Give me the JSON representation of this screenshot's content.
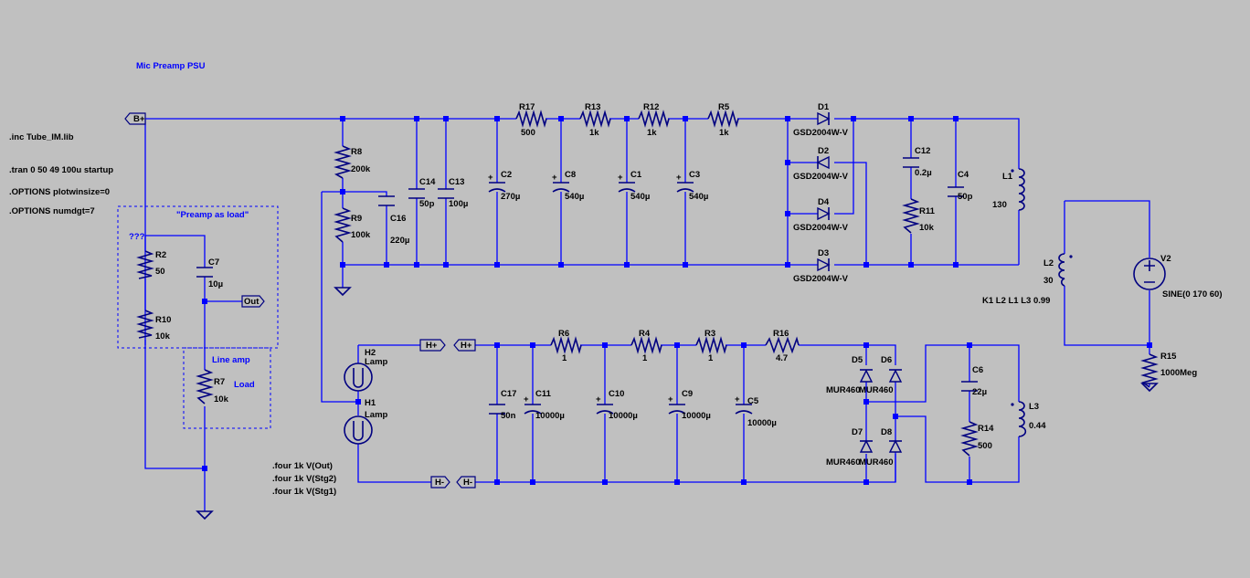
{
  "title": "Mic Preamp PSU",
  "directives": [
    ".inc Tube_IM.lib",
    ".tran 0 50 49 100u startup",
    ".OPTIONS plotwinsize=0",
    ".OPTIONS numdgt=7"
  ],
  "four_directives": [
    ".four 1k V(Out)",
    ".four 1k V(Stg2)",
    ".four 1k V(Stg1)"
  ],
  "coupling": "K1 L2 L1 L3 0.99",
  "boxes": {
    "preamp": "\"Preamp as load\"",
    "lineamp": "Line amp",
    "load": "Load"
  },
  "net_labels": {
    "bplus": "B+",
    "hplus": "H+",
    "hminus": "H-",
    "out": "Out",
    "unknown": "???"
  },
  "components": {
    "R17": {
      "name": "R17",
      "value": "500"
    },
    "R13": {
      "name": "R13",
      "value": "1k"
    },
    "R12": {
      "name": "R12",
      "value": "1k"
    },
    "R5": {
      "name": "R5",
      "value": "1k"
    },
    "R8": {
      "name": "R8",
      "value": "200k"
    },
    "R9": {
      "name": "R9",
      "value": "100k"
    },
    "R11": {
      "name": "R11",
      "value": "10k"
    },
    "R2": {
      "name": "R2",
      "value": "50"
    },
    "R10": {
      "name": "R10",
      "value": "10k"
    },
    "R7": {
      "name": "R7",
      "value": "10k"
    },
    "R6": {
      "name": "R6",
      "value": "1"
    },
    "R4": {
      "name": "R4",
      "value": "1"
    },
    "R3": {
      "name": "R3",
      "value": "1"
    },
    "R16": {
      "name": "R16",
      "value": "4.7"
    },
    "R14": {
      "name": "R14",
      "value": "500"
    },
    "R15": {
      "name": "R15",
      "value": "1000Meg"
    },
    "C14": {
      "name": "C14",
      "value": "50p"
    },
    "C13": {
      "name": "C13",
      "value": "100µ"
    },
    "C2": {
      "name": "C2",
      "value": "270µ"
    },
    "C8": {
      "name": "C8",
      "value": "540µ"
    },
    "C1": {
      "name": "C1",
      "value": "540µ"
    },
    "C3": {
      "name": "C3",
      "value": "540µ"
    },
    "C16": {
      "name": "C16",
      "value": "220µ"
    },
    "C12": {
      "name": "C12",
      "value": "0.2µ"
    },
    "C4": {
      "name": "C4",
      "value": "50p"
    },
    "C7": {
      "name": "C7",
      "value": "10µ"
    },
    "C17": {
      "name": "C17",
      "value": "50n"
    },
    "C11": {
      "name": "C11",
      "value": "10000µ"
    },
    "C10": {
      "name": "C10",
      "value": "10000µ"
    },
    "C9": {
      "name": "C9",
      "value": "10000µ"
    },
    "C5": {
      "name": "C5",
      "value": "10000µ"
    },
    "C6": {
      "name": "C6",
      "value": "22µ"
    },
    "D1": {
      "name": "D1",
      "value": "GSD2004W-V"
    },
    "D2": {
      "name": "D2",
      "value": "GSD2004W-V"
    },
    "D4": {
      "name": "D4",
      "value": "GSD2004W-V"
    },
    "D3": {
      "name": "D3",
      "value": "GSD2004W-V"
    },
    "D5": {
      "name": "D5",
      "value": "MUR460"
    },
    "D6": {
      "name": "D6",
      "value": "MUR460"
    },
    "D7": {
      "name": "D7",
      "value": "MUR460"
    },
    "D8": {
      "name": "D8",
      "value": "MUR460"
    },
    "L1": {
      "name": "L1",
      "value": "130"
    },
    "L2": {
      "name": "L2",
      "value": "30"
    },
    "L3": {
      "name": "L3",
      "value": "0.44"
    },
    "V2": {
      "name": "V2",
      "value": "SINE(0 170 60)"
    },
    "H1": {
      "name": "H1",
      "value": "Lamp"
    },
    "H2": {
      "name": "H2",
      "value": "Lamp"
    }
  }
}
